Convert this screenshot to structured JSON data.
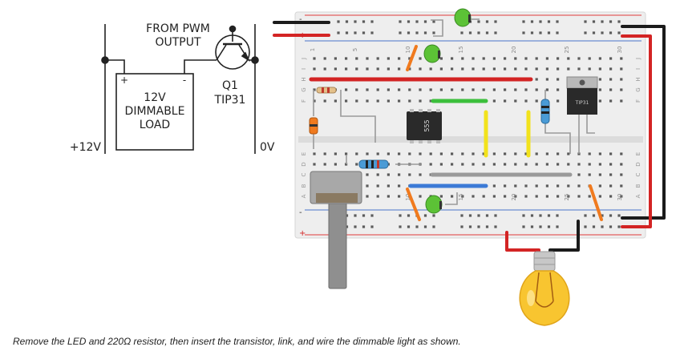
{
  "schematic": {
    "title_line1": "FROM PWM",
    "title_line2": "OUTPUT",
    "load_plus": "+",
    "load_minus": "-",
    "load_line1": "12V",
    "load_line2": "DIMMABLE",
    "load_line3": "LOAD",
    "transistor_ref": "Q1",
    "transistor_part": "TIP31",
    "supply_label": "+12V",
    "ground_label": "0V"
  },
  "breadboard": {
    "rail_plus": "+",
    "rail_minus": "-",
    "column_numbers": [
      "1",
      "5",
      "10",
      "15",
      "20",
      "25",
      "30"
    ],
    "row_letters_top": [
      "J",
      "I",
      "H",
      "G",
      "F"
    ],
    "row_letters_bottom": [
      "E",
      "D",
      "C",
      "B",
      "A"
    ],
    "ic_label": "555",
    "transistor_marking": "TIP31"
  },
  "colors": {
    "board": "#eeeeee",
    "rail_red": "#e03a3a",
    "rail_blue": "#4a74c9",
    "wire_red": "#d32424",
    "wire_black": "#1b1b1b",
    "link_green": "#3cbf3c",
    "link_yellow": "#f2e21c",
    "link_blue": "#3c7ad6",
    "link_orange": "#f07a1e",
    "capacitor_green": "#5cc236",
    "bulb_yellow": "#f8c530"
  },
  "caption": "Remove the LED and 220Ω resistor, then insert the transistor, link, and wire the dimmable light as shown."
}
